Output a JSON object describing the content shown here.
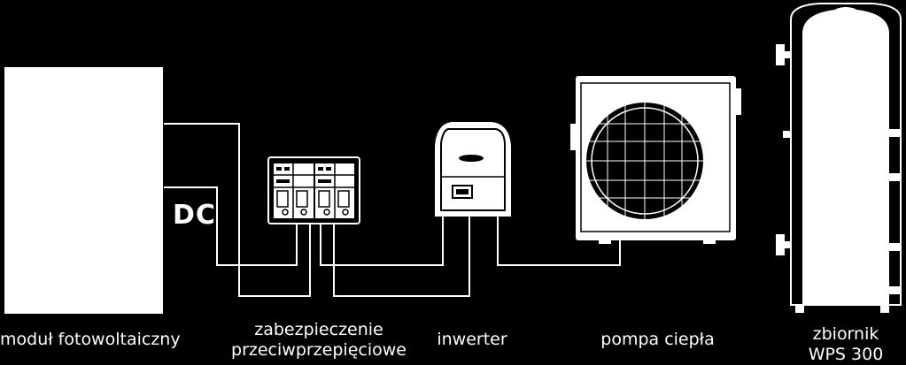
{
  "diagram": {
    "dc_label": "DC",
    "components": {
      "pv_module": "moduł fotowoltaiczny",
      "protection_line1": "zabezpieczenie",
      "protection_line2": "przeciwprzepięciowe",
      "inverter": "inwerter",
      "heat_pump": "pompa ciepła",
      "tank_line1": "zbiornik",
      "tank_line2": "WPS 300"
    },
    "colors": {
      "background": "#000000",
      "stroke": "#ffffff"
    }
  }
}
